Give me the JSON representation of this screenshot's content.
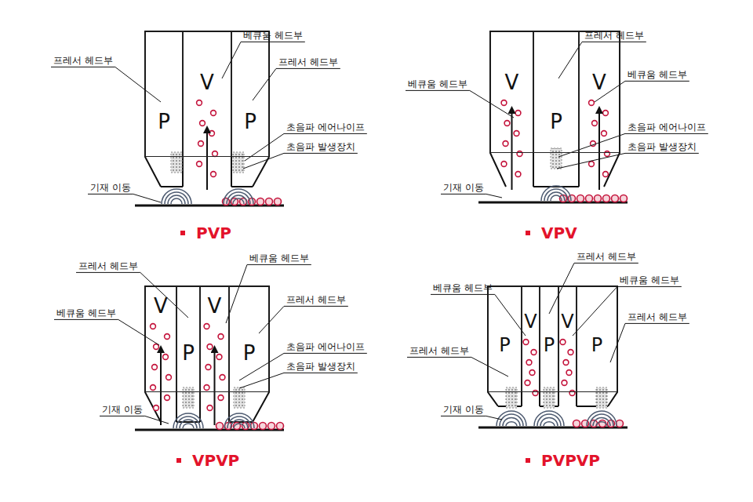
{
  "diagram": {
    "nodes": [
      {
        "text": [
          "P"
        ]
      },
      {
        "text": [
          "V"
        ]
      },
      {
        "text": [
          "P"
        ]
      },
      {
        "text": [
          "V"
        ]
      },
      {
        "text": [
          "P"
        ]
      },
      {
        "text": [
          "V"
        ]
      },
      {
        "text": [
          "V"
        ]
      },
      {
        "text": [
          "P"
        ]
      },
      {
        "text": [
          "V"
        ]
      },
      {
        "text": [
          "P"
        ]
      },
      {
        "text": [
          "P"
        ]
      },
      {
        "text": [
          "V"
        ]
      },
      {
        "text": [
          "P"
        ]
      },
      {
        "text": [
          "V"
        ]
      },
      {
        "text": [
          "P"
        ]
      }
    ],
    "labels": [
      "베큐움 헤드부",
      "프레서 헤드부",
      "프레서 헤드부",
      "초음파 에어나이프",
      "초음파 발생장치",
      "기재 이동",
      "PVP",
      "프레서 헤드부",
      "베큐움 헤드부",
      "베큐움 헤드부",
      "초음파 에어나이프",
      "초음파 발생장치",
      "기재 이동",
      "VPV",
      "프레서 헤드부",
      "베큐움 헤드부",
      "프레서 헤드부",
      "베큐움 헤드부",
      "초음파 에어나이프",
      "초음파 발생장치",
      "기재 이동",
      "VPVP",
      "프레서 헤드부",
      "베큐움 헤드부",
      "베큐움 헤드부",
      "프레서 헤드부",
      "프레서 헤드부",
      "기재 이동",
      "PVPVP"
    ]
  }
}
